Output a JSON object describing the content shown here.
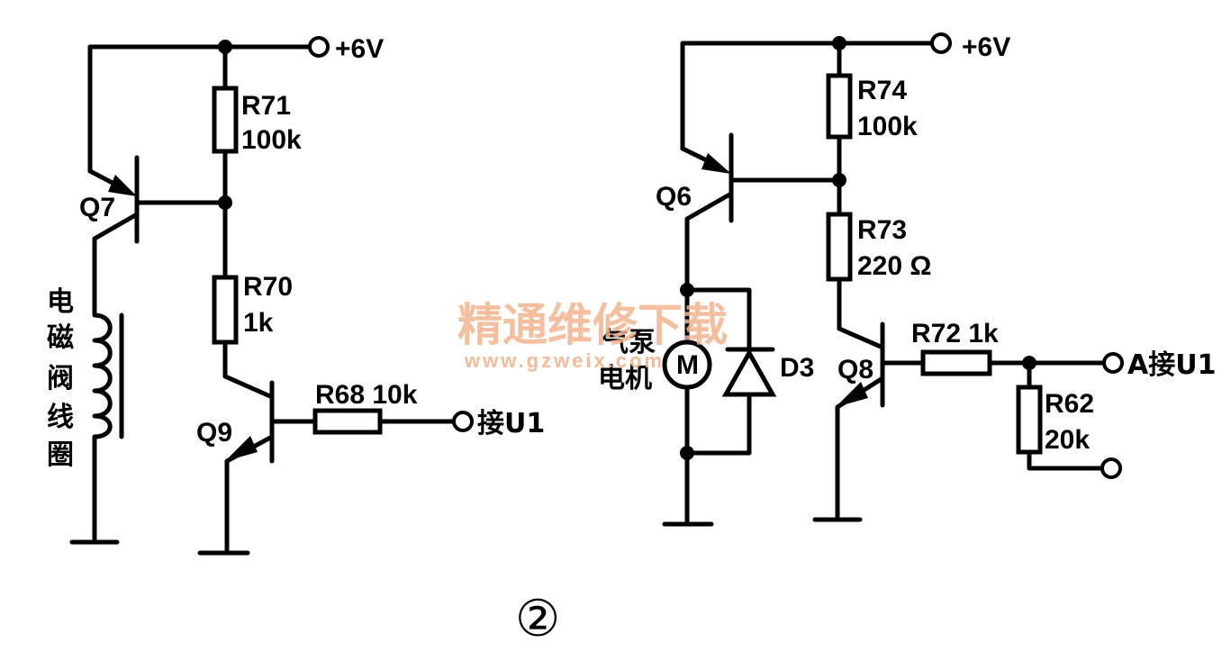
{
  "labels": {
    "vcc_left": "+6V",
    "vcc_right": "+6V",
    "r71": "R71",
    "r71_val": "100k",
    "r70": "R70",
    "r70_val": "1k",
    "r68": "R68 10k",
    "q7": "Q7",
    "q9": "Q9",
    "u1_left": "接U1",
    "coil": [
      "电",
      "磁",
      "阀",
      "线",
      "圈"
    ],
    "r74": "R74",
    "r74_val": "100k",
    "r73": "R73",
    "r73_val": "220 Ω",
    "q6": "Q6",
    "q8": "Q8",
    "pump_1": "气泵",
    "pump_2": "电机",
    "motor": "M",
    "d3": "D3",
    "r72": "R72 1k",
    "r62": "R62",
    "r62_val": "20k",
    "u1_right": "A接U1",
    "figure_no": "②"
  },
  "watermark": {
    "cn": "精通维修下载",
    "url": "www.gzweix.com"
  },
  "colors": {
    "line": "#000000",
    "watermark": "#f2b48e"
  }
}
